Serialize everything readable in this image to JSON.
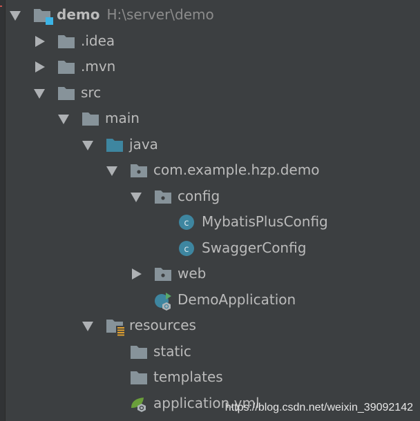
{
  "tree": [
    {
      "label": "demo",
      "path": "H:\\server\\demo",
      "level": 0,
      "expanded": true,
      "icon": "module-folder-icon",
      "bold": true
    },
    {
      "label": ".idea",
      "level": 1,
      "expanded": false,
      "icon": "folder-icon"
    },
    {
      "label": ".mvn",
      "level": 1,
      "expanded": false,
      "icon": "folder-icon"
    },
    {
      "label": "src",
      "level": 1,
      "expanded": true,
      "icon": "folder-icon"
    },
    {
      "label": "main",
      "level": 2,
      "expanded": true,
      "icon": "folder-icon"
    },
    {
      "label": "java",
      "level": 3,
      "expanded": true,
      "icon": "source-folder-icon"
    },
    {
      "label": "com.example.hzp.demo",
      "level": 4,
      "expanded": true,
      "icon": "package-icon"
    },
    {
      "label": "config",
      "level": 5,
      "expanded": true,
      "icon": "package-icon"
    },
    {
      "label": "MybatisPlusConfig",
      "level": 6,
      "expanded": null,
      "icon": "class-icon"
    },
    {
      "label": "SwaggerConfig",
      "level": 6,
      "expanded": null,
      "icon": "class-icon"
    },
    {
      "label": "web",
      "level": 5,
      "expanded": false,
      "icon": "package-icon"
    },
    {
      "label": "DemoApplication",
      "level": 5,
      "expanded": null,
      "icon": "spring-boot-class-icon"
    },
    {
      "label": "resources",
      "level": 3,
      "expanded": true,
      "icon": "resources-folder-icon"
    },
    {
      "label": "static",
      "level": 4,
      "expanded": null,
      "icon": "folder-icon"
    },
    {
      "label": "templates",
      "level": 4,
      "expanded": null,
      "icon": "folder-icon"
    },
    {
      "label": "application.yml",
      "level": 4,
      "expanded": null,
      "icon": "spring-config-icon"
    }
  ],
  "watermark": "https://blog.csdn.net/weixin_39092142",
  "colors": {
    "background": "#3c3f41",
    "text": "#bbbbbb",
    "folder": "#87939a",
    "source_folder": "#3e86a0",
    "module_badge": "#3cb4e6",
    "class": "#3e86a0",
    "spring": "#6a9f3a",
    "resources_badge": "#e0a030"
  }
}
